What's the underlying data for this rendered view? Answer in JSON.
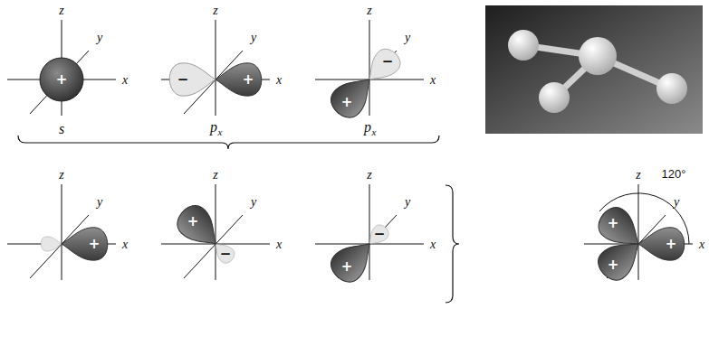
{
  "diagram": {
    "labels": [
      "z",
      "y",
      "x",
      "+",
      "s",
      "z",
      "y",
      "x",
      "−",
      "+",
      "p",
      "x",
      "z",
      "y",
      "x",
      "−",
      "+",
      "p",
      "x",
      "z",
      "y",
      "x",
      "+",
      "z",
      "y",
      "x",
      "+",
      "−",
      "z",
      "y",
      "x",
      "−",
      "+",
      "120°",
      "z",
      "y",
      "x",
      "+",
      "+",
      "+"
    ]
  }
}
